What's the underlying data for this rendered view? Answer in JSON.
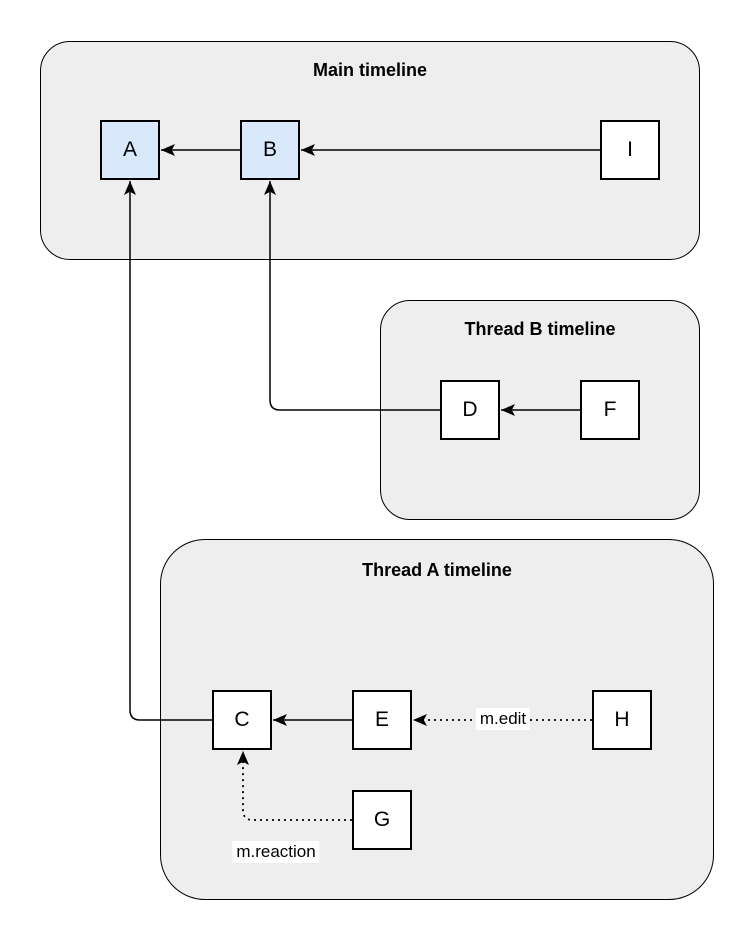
{
  "containers": [
    {
      "title": "Main timeline"
    },
    {
      "title": "Thread B timeline"
    },
    {
      "title": "Thread A timeline"
    }
  ],
  "nodes": [
    {
      "label": "A",
      "variant": "highlighted",
      "container": "Main timeline"
    },
    {
      "label": "B",
      "variant": "highlighted",
      "container": "Main timeline"
    },
    {
      "label": "I",
      "variant": "default",
      "container": "Main timeline"
    },
    {
      "label": "D",
      "variant": "default",
      "container": "Thread B timeline"
    },
    {
      "label": "F",
      "variant": "default",
      "container": "Thread B timeline"
    },
    {
      "label": "C",
      "variant": "default",
      "container": "Thread A timeline"
    },
    {
      "label": "E",
      "variant": "default",
      "container": "Thread A timeline"
    },
    {
      "label": "H",
      "variant": "default",
      "container": "Thread A timeline"
    },
    {
      "label": "G",
      "variant": "default",
      "container": "Thread A timeline"
    }
  ],
  "edges": [
    {
      "from": "B",
      "to": "A",
      "style": "solid"
    },
    {
      "from": "I",
      "to": "B",
      "style": "solid"
    },
    {
      "from": "F",
      "to": "D",
      "style": "solid"
    },
    {
      "from": "D",
      "to": "B",
      "style": "solid-elbow"
    },
    {
      "from": "C",
      "to": "A",
      "style": "solid-elbow"
    },
    {
      "from": "E",
      "to": "C",
      "style": "solid"
    },
    {
      "from": "H",
      "to": "E",
      "style": "dotted",
      "label": "m.edit"
    },
    {
      "from": "G",
      "to": "C",
      "style": "dotted-elbow",
      "label": "m.reaction"
    }
  ],
  "colors": {
    "container_fill": "#eeeeee",
    "container_border": "#000000",
    "node_fill_highlight": "#dae8fc",
    "node_fill_default": "#ffffff",
    "node_border": "#000000",
    "edge_stroke": "#000000",
    "label_background": "#ffffff"
  }
}
